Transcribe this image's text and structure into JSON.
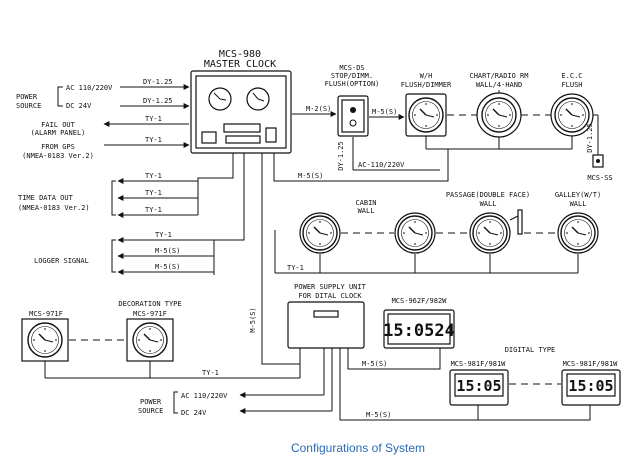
{
  "master": {
    "model": "MCS-980",
    "name": "MASTER CLOCK"
  },
  "inputs": {
    "power_source": [
      "POWER",
      "SOURCE"
    ],
    "ac": "AC 110/220V",
    "dc": "DC 24V",
    "dy1": "DY-1.25",
    "dy2": "DY-1.25",
    "fail_out": [
      "FAIL OUT",
      "(ALARM PANEL)"
    ],
    "ty_fail": "TY-1",
    "from_gps": [
      "FROM GPS",
      "(NMEA-0183 Ver.2)"
    ],
    "ty_gps": "TY-1"
  },
  "ds": {
    "title": [
      "MCS-DS",
      "STOP/DIMM.",
      "FLUSH(OPTION)"
    ],
    "m2": "M-2(S)",
    "m5": "M-5(S)",
    "dy": "DY-1.25",
    "ac": "AC-110/220V"
  },
  "top_clocks": {
    "wh": [
      "W/H",
      "FLUSH/DIMMER"
    ],
    "chart": [
      "CHART/RADIO RM",
      "WALL/4-HAND"
    ],
    "ecc": [
      "E.C.C",
      "FLUSH"
    ],
    "dy": "DY-1.25",
    "mcs_ss": "MCS-SS"
  },
  "m5_main": "M-5(S)",
  "time_data": {
    "label": [
      "TIME DATA OUT",
      "(NMEA-0183 Ver.2)"
    ],
    "ty": [
      "TY-1",
      "TY-1",
      "TY-1"
    ]
  },
  "logger": {
    "label": "LOGGER SIGNAL",
    "cables": [
      "TY-1",
      "M-5(S)",
      "M-5(S)"
    ]
  },
  "cabin": {
    "cabin": [
      "CABIN",
      "WALL"
    ],
    "passage": [
      "PASSAGE(DOUBLE FACE)",
      "WALL"
    ],
    "galley": [
      "GALLEY(W/T)",
      "WALL"
    ],
    "ty": "TY-1"
  },
  "vert_m5": "M-5(S)",
  "decoration": {
    "model_a": "MCS-971F",
    "type": "DECORATION TYPE",
    "model_b": "MCS-971F",
    "ty": "TY-1"
  },
  "psu": {
    "title": [
      "POWER SUPPLY UNIT",
      "FOR DITAL CLOCK"
    ],
    "power_source": [
      "POWER",
      "SOURCE"
    ],
    "ac": "AC 110/220V",
    "dc": "DC 24V",
    "m5a": "M-5(S)",
    "m5b": "M-5(S)"
  },
  "digital": {
    "model_962": "MCS-962F/982W",
    "time_962": "15:0524",
    "type_label": "DIGITAL TYPE",
    "model_981a": "MCS-981F/981W",
    "model_981b": "MCS-981F/981W",
    "time_981": "15:05"
  },
  "caption": "Configurations of System"
}
